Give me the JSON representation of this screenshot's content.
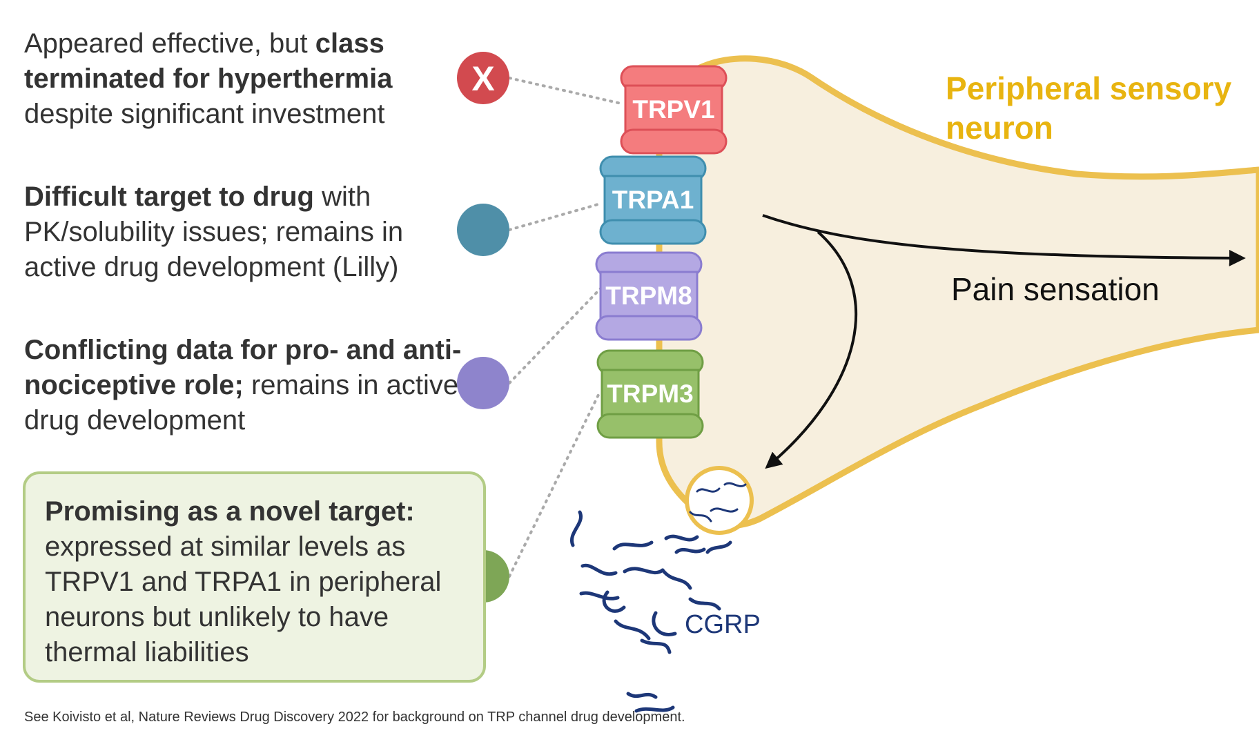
{
  "blocks": [
    {
      "bold_1": "",
      "text_1": "Appeared effective, but ",
      "bold_2": "class terminated for hyperthermia",
      "text_2": " despite significant investment"
    },
    {
      "bold_1": "Difficult target to drug",
      "text_1": " with PK/solubility issues; remains in active drug development (Lilly)"
    },
    {
      "bold_1": "Conflicting data for pro- and anti-nociceptive role;",
      "text_1": " remains in active drug development"
    },
    {
      "bold_1": "Promising as a novel target:",
      "text_1": " expressed at similar levels as TRPV1 and TRPA1 in peripheral neurons but unlikely to have thermal liabilities"
    }
  ],
  "marker_x": "X",
  "markers": [
    {
      "color": "#d24a4f",
      "icon": "x-mark"
    },
    {
      "color": "#4f8fa8"
    },
    {
      "color": "#8e84cc"
    },
    {
      "color": "#7ea656"
    }
  ],
  "channels": [
    {
      "label": "TRPV1",
      "color": "#f47c7e",
      "dark": "#dd4f57"
    },
    {
      "label": "TRPA1",
      "color": "#6eb1cf",
      "dark": "#3f8eae"
    },
    {
      "label": "TRPM8",
      "color": "#b4a8e3",
      "dark": "#8a7cd0"
    },
    {
      "label": "TRPM3",
      "color": "#97c06a",
      "dark": "#6f9e44"
    }
  ],
  "neuron_label": "Peripheral sensory neuron",
  "pain_label": "Pain sensation",
  "cgrp_label": "CGRP",
  "footnote": "See Koivisto et al, Nature Reviews Drug Discovery 2022 for background on TRP channel drug development.",
  "colors": {
    "neuron_fill": "#f7efde",
    "neuron_border": "#ecc04f",
    "cgrp": "#1d3778"
  }
}
